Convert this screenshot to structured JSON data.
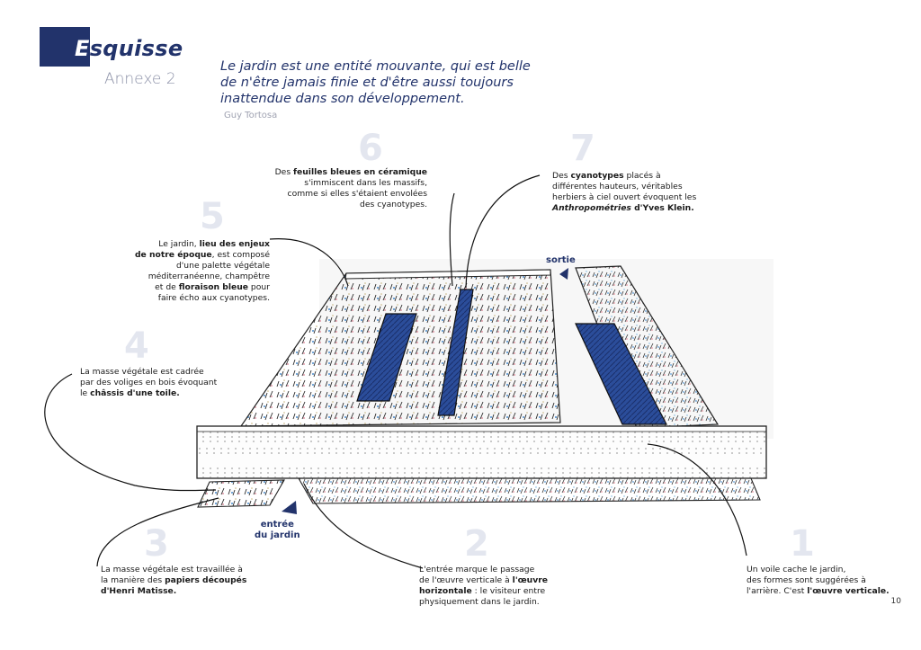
{
  "header": {
    "title_initial": "E",
    "title_rest": "squisse",
    "subtitle": "Annexe 2"
  },
  "quote": {
    "text": "Le jardin est une entité mouvante, qui est belle de n'être jamais finie et d'être aussi toujours inattendue dans son développement.",
    "author": "Guy Tortosa"
  },
  "numbers": [
    "1",
    "2",
    "3",
    "4",
    "5",
    "6",
    "7"
  ],
  "notes": {
    "n1": {
      "line1": "Un voile cache le jardin,",
      "line2": "des formes sont suggérées à",
      "line3_a": "l'arrière. C'est ",
      "line3_b": "l'œuvre verticale."
    },
    "n2": {
      "line1": "L'entrée marque le passage",
      "line2_a": "de l'œuvre verticale à ",
      "line2_b": "l'œuvre",
      "line3_a": "horizontale",
      "line3_b": " : le visiteur entre",
      "line4": "physiquement dans le jardin."
    },
    "n3": {
      "line1": "La masse végétale est travaillée à",
      "line2_a": "la manière des ",
      "line2_b": "papiers découpés",
      "line3": "d'Henri Matisse."
    },
    "n4": {
      "line1": "La masse végétale est cadrée",
      "line2": "par des voliges en bois évoquant",
      "line3_a": "le ",
      "line3_b": "châssis d'une toile."
    },
    "n5": {
      "line1_a": "Le jardin, ",
      "line1_b": "lieu des enjeux",
      "line2_a": "de notre époque",
      "line2_b": ", est composé",
      "line3": "d'une palette végétale",
      "line4": "méditerranéenne, champêtre",
      "line5_a": "et de ",
      "line5_b": "floraison bleue",
      "line5_c": " pour",
      "line6": "faire écho aux cyanotypes."
    },
    "n6": {
      "line1_a": "Des ",
      "line1_b": "feuilles bleues en céramique",
      "line2": "s'immiscent dans les massifs,",
      "line3": "comme si elles s'étaient envolées",
      "line4": "des cyanotypes."
    },
    "n7": {
      "line1_a": "Des ",
      "line1_b": "cyanotypes",
      "line1_c": " placés à",
      "line2": "différentes hauteurs, véritables",
      "line3": "herbiers à ciel ouvert évoquent les",
      "line4_a": "Anthropométries",
      "line4_b": " d'Yves Klein."
    }
  },
  "labels": {
    "sortie": "sortie",
    "entree_1": "entrée",
    "entree_2": "du jardin"
  },
  "page_number": "10",
  "colors": {
    "navy": "#22336b",
    "number_gray": "#e3e6ef",
    "ceramic_blue": "#2b4d9a"
  }
}
